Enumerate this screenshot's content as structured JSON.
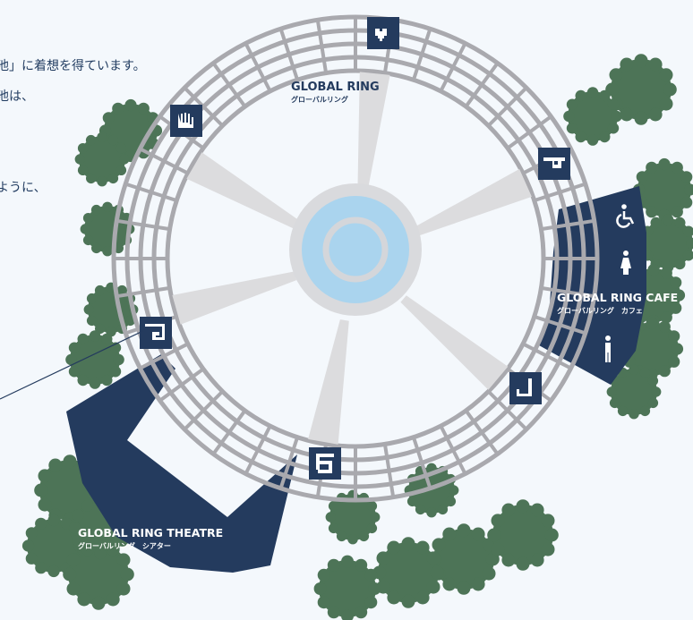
{
  "intro_text": {
    "line1": "池」に着想を得ています。",
    "line2": "池は、",
    "line3": "ように、"
  },
  "labels": {
    "ring": {
      "name": "GLOBAL RING",
      "kana": "グローバルリング"
    },
    "cafe": {
      "name": "GLOBAL RING CAFE",
      "kana": "グローバルリング　カフェ"
    },
    "theatre": {
      "name": "GLOBAL RING THEATRE",
      "kana": "グローバルリング　シアター"
    }
  },
  "colors": {
    "ring": "#a9a9ae",
    "spoke": "#dcdcde",
    "navy": "#243b5e",
    "tree": "#4d7457",
    "pond": "#aad4ee",
    "background": "#f4f8fc"
  },
  "icons": {
    "gates": [
      "heart-gate-icon",
      "cafe-gate-icon",
      "pond-gate-icon",
      "flame-gate-icon",
      "ground-gate-icon",
      "hand-gate-icon"
    ],
    "cafe_facilities": [
      "wheelchair-icon",
      "womens-restroom-icon",
      "mens-restroom-icon"
    ]
  }
}
